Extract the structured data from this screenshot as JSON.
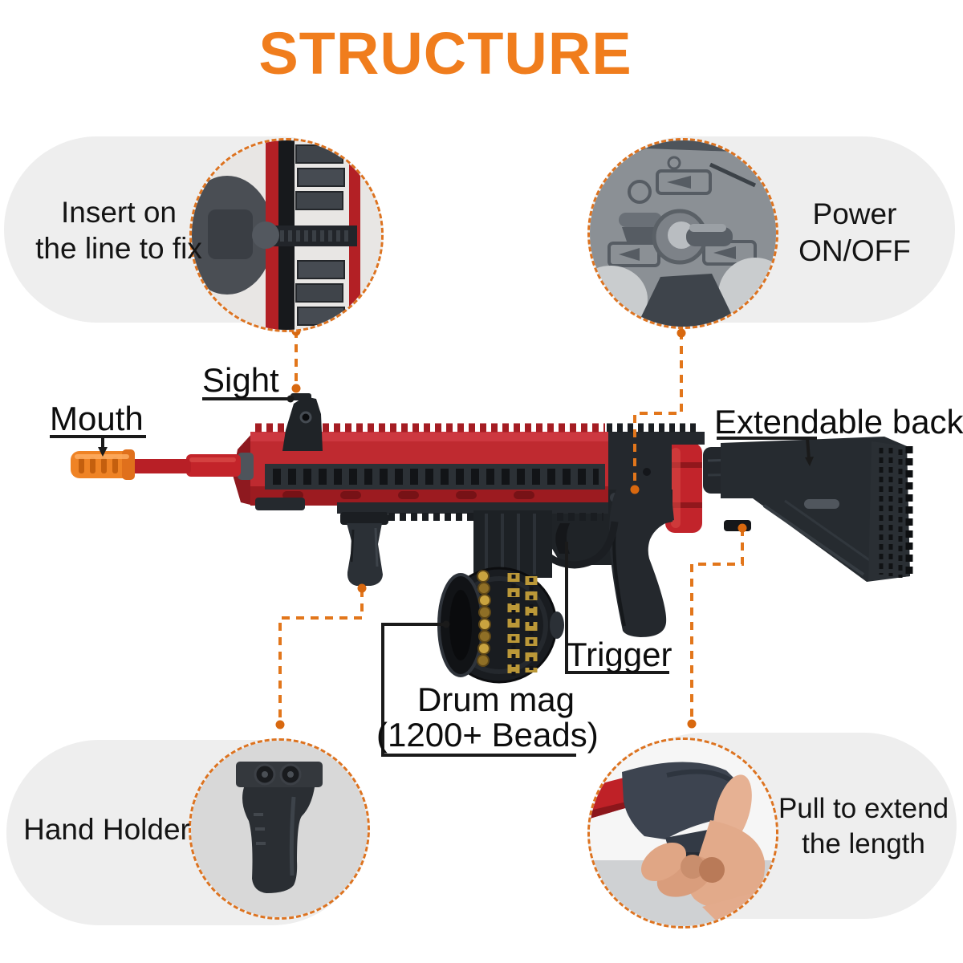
{
  "title": "STRUCTURE",
  "colors": {
    "title_orange": "#f07d1d",
    "dash_orange": "#e2761b",
    "pill_gray": "#eeeeee",
    "gun_red": "#bf2a30",
    "gun_black": "#24282d",
    "muzzle_orange": "#ef8325",
    "bead_gold": "#c9a33f",
    "label_black": "#0d0d0d"
  },
  "callouts": {
    "insert": {
      "lines": [
        "Insert on",
        "the line to fix"
      ],
      "image": "rail-closeup"
    },
    "power": {
      "lines": [
        "Power",
        "ON/OFF"
      ],
      "image": "selector-switch-closeup"
    },
    "hand_holder": {
      "lines": [
        "Hand Holder"
      ],
      "image": "foregrip-closeup"
    },
    "pull": {
      "lines": [
        "Pull  to extend",
        "the length"
      ],
      "image": "stock-pull-closeup"
    }
  },
  "part_labels": {
    "sight": "Sight",
    "mouth": "Mouth",
    "extendable_back": "Extendable back",
    "trigger": "Trigger",
    "drum_mag_line1": "Drum mag",
    "drum_mag_line2": "(1200+ Beads)"
  }
}
